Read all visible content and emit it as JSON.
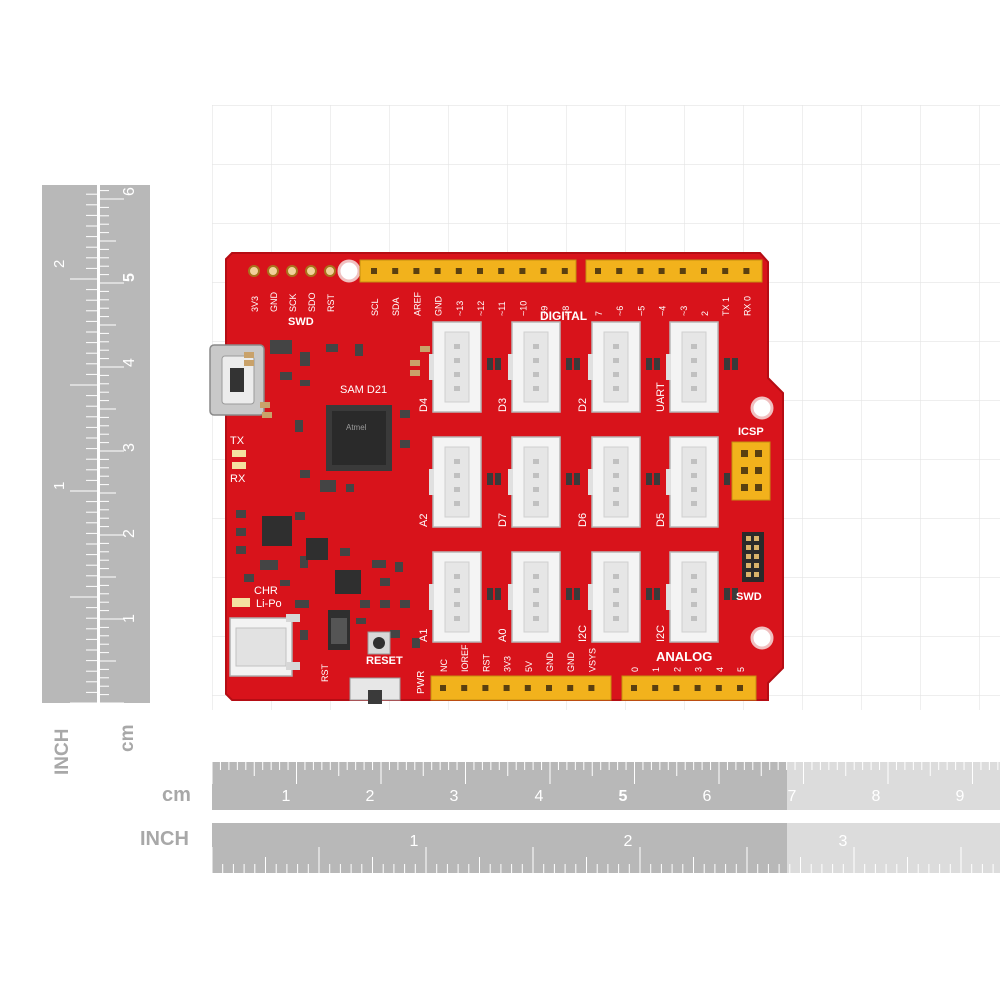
{
  "rulers": {
    "vertical_inch": {
      "unit_label": "INCH",
      "ticks": [
        "2",
        "1"
      ]
    },
    "vertical_cm": {
      "unit_label": "cm",
      "ticks": [
        "6",
        "5",
        "4",
        "3",
        "2",
        "1"
      ]
    },
    "horizontal_cm": {
      "unit_label": "cm",
      "ticks": [
        "1",
        "2",
        "3",
        "4",
        "5",
        "6",
        "7",
        "8",
        "9"
      ]
    },
    "horizontal_inch": {
      "unit_label": "INCH",
      "ticks": [
        "1",
        "2",
        "3"
      ]
    }
  },
  "board": {
    "color": "#d8131b",
    "header_color": "#f2b21c",
    "swd_pins_top": [
      "3V3",
      "GND",
      "SCK",
      "SDO",
      "RST"
    ],
    "swd_title": "SWD",
    "top_header_left_pins": [
      "SCL",
      "SDA",
      "AREF",
      "GND",
      "~13",
      "~12",
      "~11",
      "~10",
      "~9",
      "~8"
    ],
    "top_header_right_pins": [
      "7",
      "~6",
      "~5",
      "~4",
      "~3",
      "2",
      "TX 1",
      "RX 0"
    ],
    "digital_title": "DIGITAL",
    "analog_title": "ANALOG",
    "chip_label": "SAM D21",
    "led_labels": [
      "TX",
      "RX"
    ],
    "charge_labels": [
      "CHR",
      "Li-Po"
    ],
    "reset_label": "RESET",
    "pwr_label": "PWR",
    "rst_label": "RST",
    "icsp_label": "ICSP",
    "swd_right_label": "SWD",
    "grove_rows": [
      [
        "D4",
        "D3",
        "D2",
        "UART"
      ],
      [
        "A2",
        "D7",
        "D6",
        "D5"
      ],
      [
        "A1",
        "A0",
        "I2C",
        "I2C"
      ]
    ],
    "bottom_power_pins": [
      "NC",
      "IOREF",
      "RST",
      "3V3",
      "5V",
      "GND",
      "GND",
      "VSYS"
    ],
    "bottom_analog_pins": [
      "0",
      "1",
      "2",
      "3",
      "4",
      "5"
    ]
  }
}
